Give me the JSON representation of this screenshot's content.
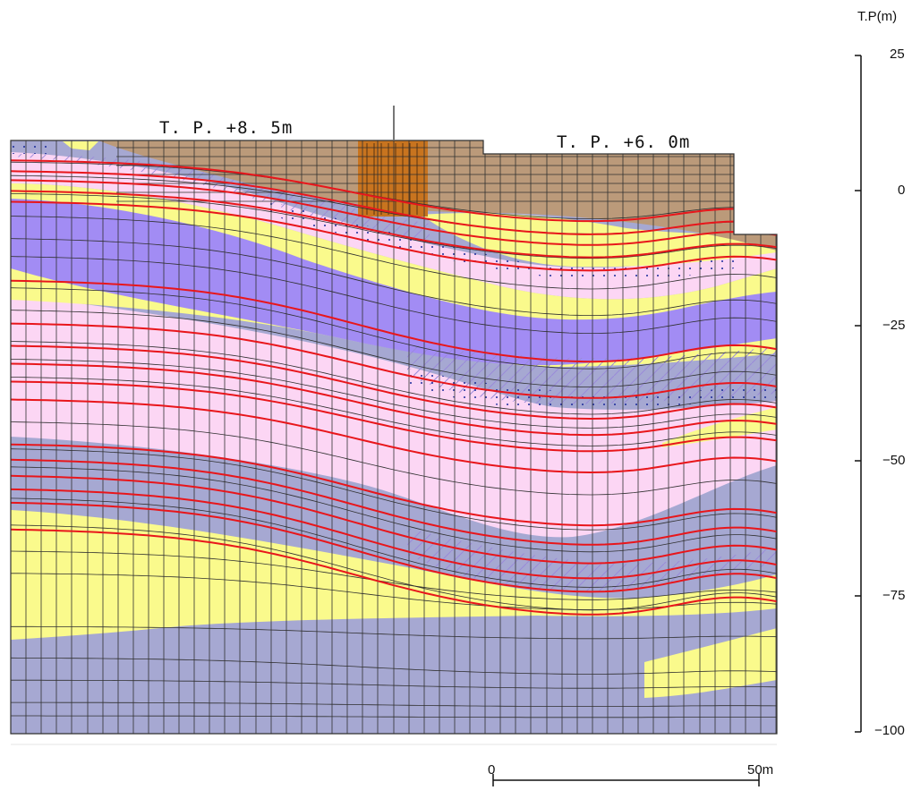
{
  "labels": {
    "left_elevation": "T. P. +8. 5m",
    "right_elevation": "T. P. +6. 0m"
  },
  "axis": {
    "unit_label": "T.P(m)",
    "ticks": [
      {
        "value": 25,
        "label": "25"
      },
      {
        "value": 0,
        "label": "0"
      },
      {
        "value": -25,
        "label": "−25"
      },
      {
        "value": -50,
        "label": "−50"
      },
      {
        "value": -75,
        "label": "−75"
      },
      {
        "value": -100,
        "label": "−100"
      }
    ],
    "range": [
      -100,
      25
    ]
  },
  "scale_bar": {
    "start_label": "0",
    "end_label": "50m",
    "length_m": 50
  },
  "colors": {
    "fill_soil": "#bb9a7a",
    "structure": "#c8741f",
    "sand_yellow": "#fafa8c",
    "clay_pink": "#fcd6f4",
    "clay_purple": "#a28cf4",
    "gravel_grey": "#a6a8d2",
    "contour_red": "#e8161b",
    "mesh_line": "#303030"
  }
}
